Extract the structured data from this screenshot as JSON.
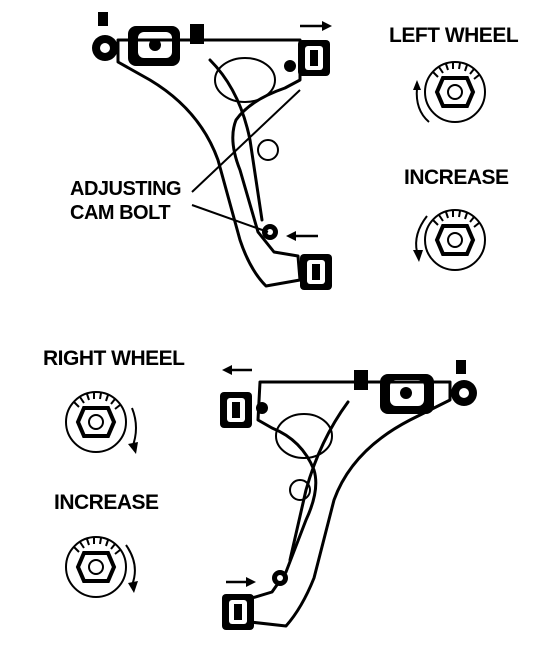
{
  "labels": {
    "left_wheel": "LEFT WHEEL",
    "increase_left": "INCREASE",
    "adjusting_line1": "ADJUSTING",
    "adjusting_line2": "CAM BOLT",
    "right_wheel": "RIGHT WHEEL",
    "increase_right": "INCREASE"
  },
  "colors": {
    "ink": "#000000",
    "paper": "#ffffff"
  },
  "icons": [
    "cam-bolt-icon",
    "rotation-arrow-icon",
    "direction-arrow-icon"
  ]
}
